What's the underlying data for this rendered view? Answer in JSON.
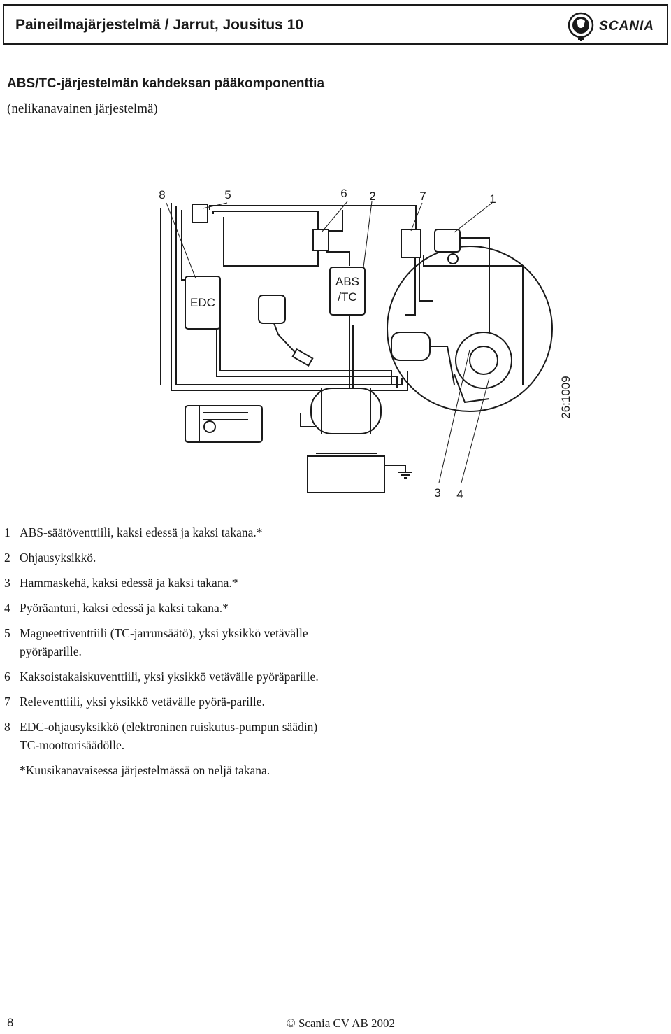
{
  "header": {
    "title": "Paineilmajärjestelmä / Jarrut, Jousitus 10",
    "brand": "SCANIA"
  },
  "section": {
    "title": "ABS/TC-järjestelmän kahdeksan pääkomponenttia",
    "subtitle": "(nelikanavainen järjestelmä)"
  },
  "diagram": {
    "callouts": [
      "8",
      "5",
      "6",
      "2",
      "7",
      "1",
      "3",
      "4"
    ],
    "box_labels": {
      "edc": "EDC",
      "abs_line1": "ABS",
      "abs_line2": "/TC"
    },
    "figure_id": "26:1009"
  },
  "legend": [
    {
      "num": "1",
      "text": "ABS-säätöventtiili, kaksi edessä ja kaksi takana.*"
    },
    {
      "num": "2",
      "text": "Ohjausyksikkö."
    },
    {
      "num": "3",
      "text": "Hammaskehä, kaksi edessä ja kaksi takana.*"
    },
    {
      "num": "4",
      "text": "Pyöräanturi, kaksi edessä ja kaksi takana.*"
    },
    {
      "num": "5",
      "text": "Magneettiventtiili (TC-jarrunsäätö), yksi yksikkö vetävälle pyöräparille."
    },
    {
      "num": "6",
      "text": "Kaksoistakaiskuventtiili, yksi yksikkö vetävälle pyöräparille."
    },
    {
      "num": "7",
      "text": "Releventtiili, yksi yksikkö vetävälle pyörä-parille."
    },
    {
      "num": "8",
      "text": "EDC-ohjausyksikkö (elektroninen ruiskutus-pumpun säädin) TC-moottorisäädölle."
    }
  ],
  "footnote": "*Kuusikanavaisessa järjestelmässä on neljä takana.",
  "footer": {
    "page_number": "8",
    "copyright": "© Scania CV AB 2002"
  }
}
